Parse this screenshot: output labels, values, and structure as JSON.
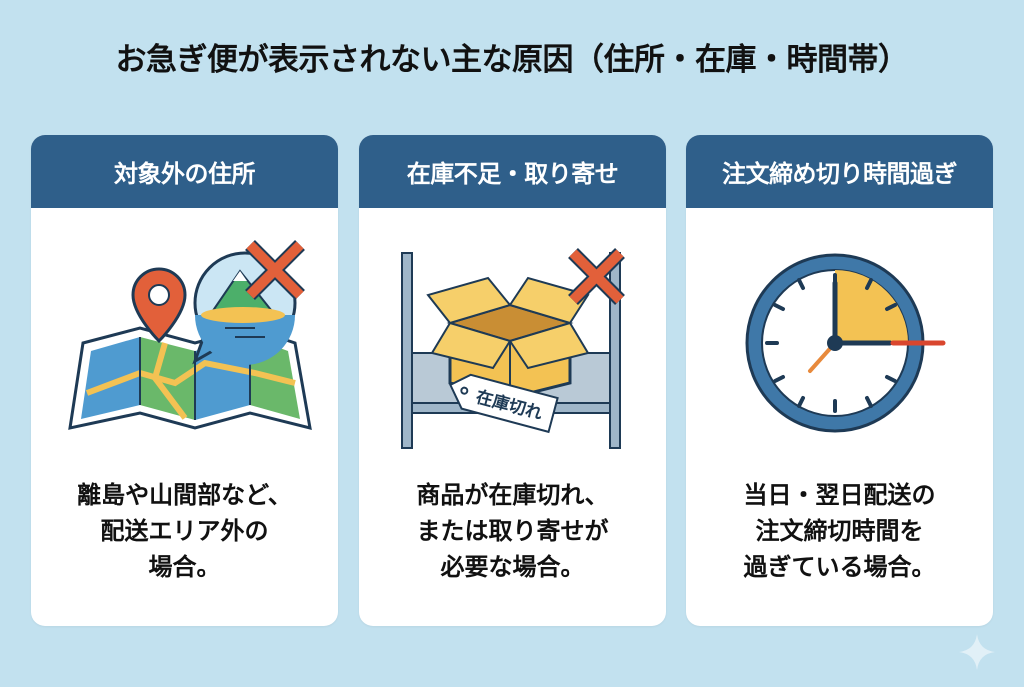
{
  "title": "お急ぎ便が表示されない主な原因（住所・在庫・時間帯）",
  "colors": {
    "background": "#c2e1ef",
    "header": "#2f5f8a",
    "accent_red": "#e2603a",
    "accent_yellow": "#f3c253",
    "clock_ring": "#3f78a8"
  },
  "cards": [
    {
      "header": "対象外の住所",
      "icon": "map-island-cross-icon",
      "lines": [
        "離島や山間部など、",
        "配送エリア外の",
        "場合。"
      ]
    },
    {
      "header": "在庫不足・取り寄せ",
      "icon": "empty-box-shelf-cross-icon",
      "tag_label": "在庫切れ",
      "lines": [
        "商品が在庫切れ、",
        "または取り寄せが",
        "必要な場合。"
      ]
    },
    {
      "header": "注文締め切り時間過ぎ",
      "icon": "clock-deadline-icon",
      "lines": [
        "当日・翌日配送の",
        "注文締切時間を",
        "過ぎている場合。"
      ]
    }
  ]
}
